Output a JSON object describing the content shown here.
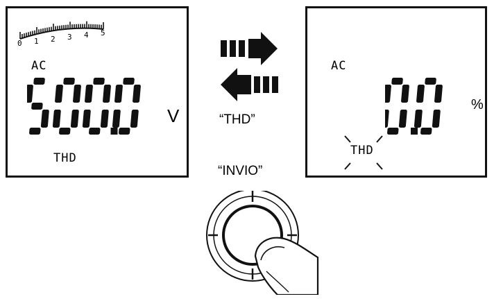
{
  "left_display": {
    "bargraph_ticks": [
      "0",
      "1",
      "2",
      "3",
      "4",
      "5"
    ],
    "mode": "AC",
    "reading": "500.0",
    "unit": "V",
    "function": "THD"
  },
  "right_display": {
    "mode": "AC",
    "reading": "0.0",
    "unit": "%",
    "function": "THD",
    "function_blinking": true
  },
  "captions": {
    "toggle_key": "“THD”",
    "enter_key": "“INVIO”"
  },
  "icons": {
    "forward": "arrow-right-icon",
    "back": "arrow-left-icon",
    "knob": "rotary-selector-icon",
    "hand": "finger-press-icon"
  }
}
